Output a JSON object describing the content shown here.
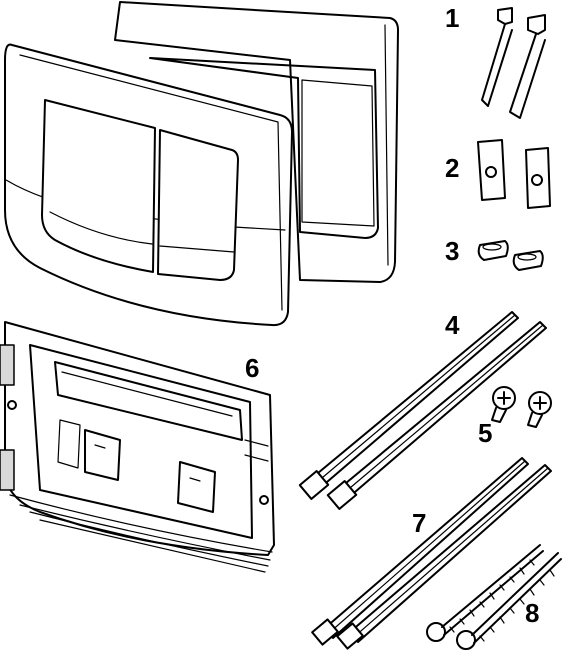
{
  "labels": {
    "clips": "1",
    "adapter_plates": "2",
    "sleeves": "3",
    "rods_short": "4",
    "screws": "5",
    "mounting_frame": "6",
    "rods_long": "7",
    "long_screws": "8"
  },
  "colors": {
    "line": "#000000",
    "fill": "#ffffff",
    "shade": "#d9d9d9"
  }
}
